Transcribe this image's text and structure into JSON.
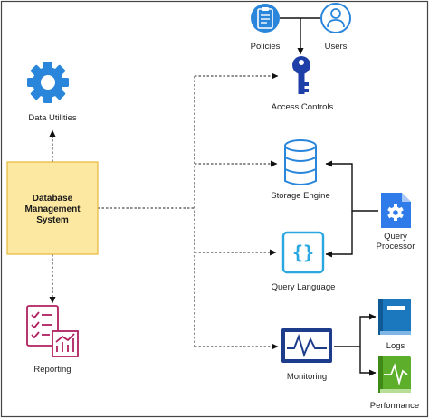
{
  "nodes": {
    "dbms": {
      "line1": "Database",
      "line2": "Management",
      "line3": "System",
      "fill": "#FCE8A0",
      "border": "#E5B93B"
    },
    "data_utilities": {
      "label": "Data Utilities",
      "color": "#2A86DB"
    },
    "reporting": {
      "label": "Reporting",
      "color": "#B0205F"
    },
    "policies": {
      "label": "Policies",
      "color": "#2A86DB"
    },
    "users": {
      "label": "Users",
      "color": "#2A86DB"
    },
    "access_controls": {
      "label": "Access Controls",
      "color": "#1E3FA8"
    },
    "storage_engine": {
      "label": "Storage Engine",
      "color": "#2A86DB"
    },
    "query_language": {
      "label": "Query Language",
      "color": "#29A7E0"
    },
    "query_processor": {
      "line1": "Query",
      "line2": "Processor",
      "color": "#2F7BEA"
    },
    "monitoring": {
      "label": "Monitoring",
      "color": "#1E3C8C"
    },
    "logs": {
      "label": "Logs",
      "color": "#1B78BE"
    },
    "performance": {
      "label": "Performance",
      "color": "#5DAE2B"
    }
  }
}
